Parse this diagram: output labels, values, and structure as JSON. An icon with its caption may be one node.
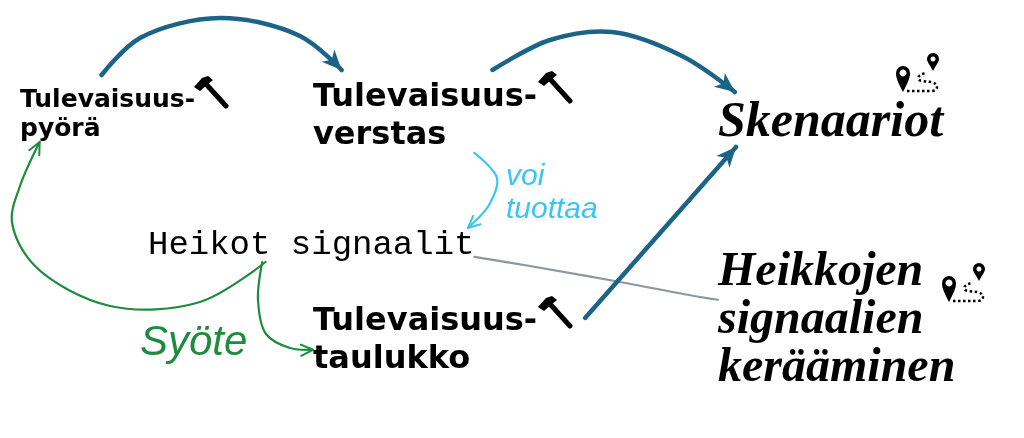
{
  "diagram": {
    "nodes": [
      {
        "text": [
          "Tulevaisuus- pyörä"
        ]
      },
      {
        "text": [
          "Tulevaisuus- verstas"
        ]
      },
      {
        "text": [
          "Skenaariot"
        ]
      },
      {
        "text": [
          "Heikot signaalit"
        ]
      },
      {
        "text": [
          "Tulevaisuus- taulukko"
        ]
      },
      {
        "text": [
          "Heikkojen signaalien kerääminen"
        ]
      }
    ],
    "edges": [
      {
        "from": 0,
        "to": 1,
        "arrow": "to",
        "style": "thick"
      },
      {
        "from": 1,
        "to": 2,
        "arrow": "to",
        "style": "thick"
      },
      {
        "from": 1,
        "to": 3,
        "arrow": "to",
        "label": "voi tuottaa",
        "color": "#3cc4f2"
      },
      {
        "from": 3,
        "to": 0,
        "arrow": "to",
        "color": "#1e8c3e"
      },
      {
        "from": 3,
        "to": 4,
        "arrow": "to",
        "label": "Syöte",
        "color": "#1e8c3e"
      },
      {
        "from": 3,
        "to": 5,
        "arrow": "none",
        "color": "#8c98a1"
      },
      {
        "from": 4,
        "to": 2,
        "arrow": "to",
        "style": "thick"
      }
    ]
  }
}
